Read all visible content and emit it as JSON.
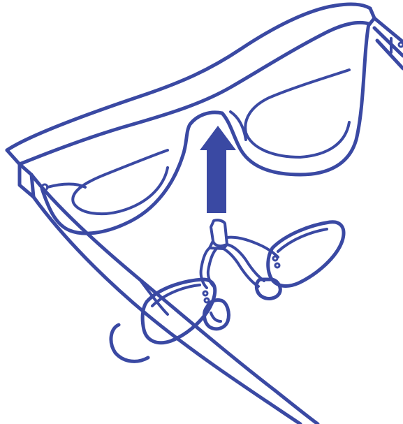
{
  "figure": {
    "subject": "eyeglasses-with-clip-on-nose-pad-installation",
    "background_color": "#ffffff",
    "line_color": "#3a49a3",
    "arrow_color": "#3a49a3",
    "arrow_direction": "up",
    "icons": [
      "glasses-frame",
      "nose-pad-clip",
      "insert-direction-arrow"
    ]
  }
}
